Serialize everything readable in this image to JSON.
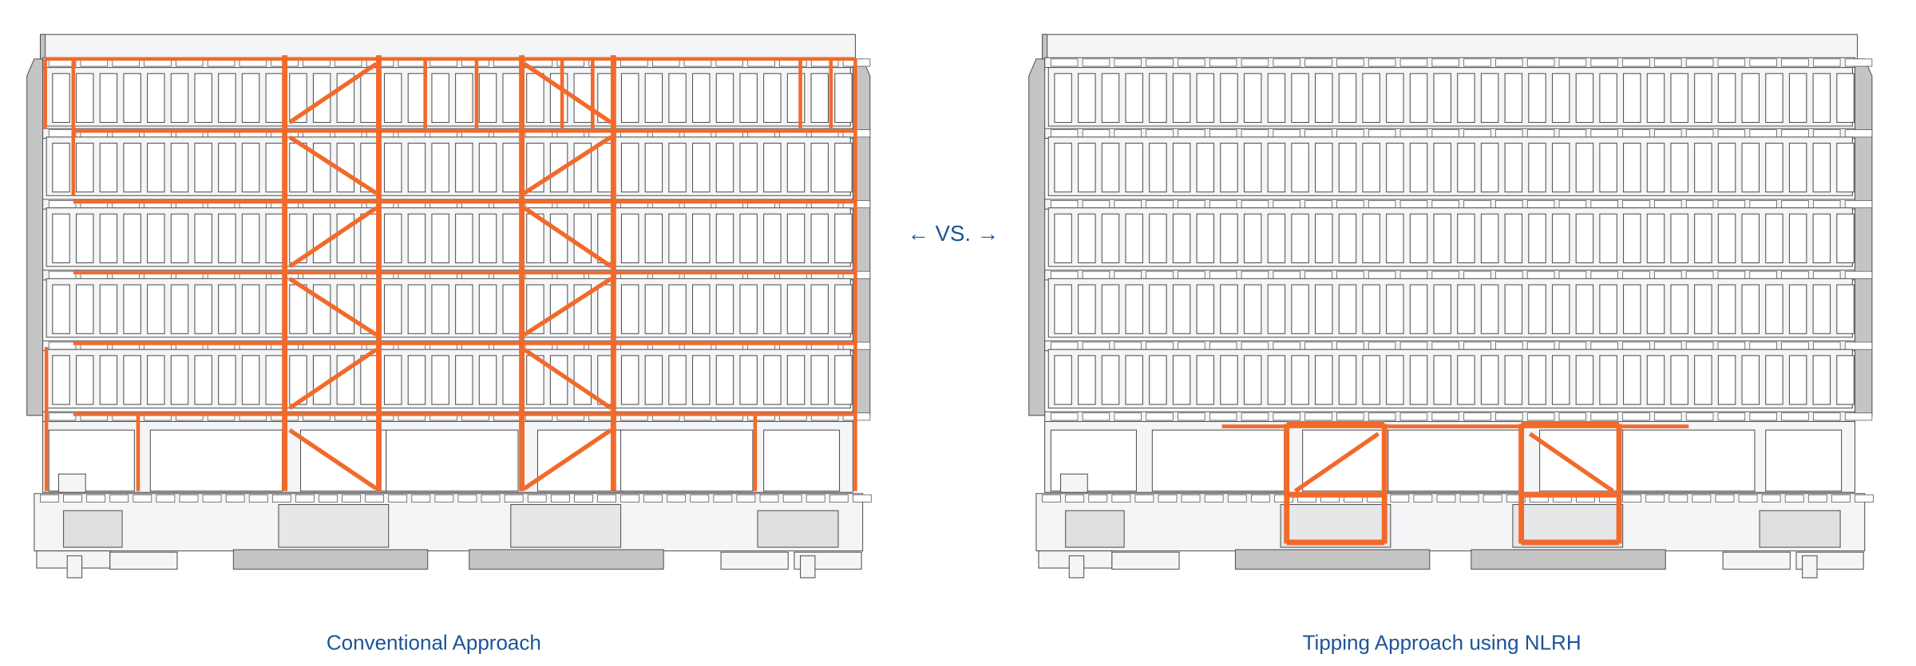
{
  "diagram": {
    "left_caption": "Conventional Approach",
    "right_caption": "Tipping Approach using NLRH",
    "comparison_label": "← VS. →",
    "colors": {
      "reinforcement": "#f26a2b",
      "caption": "#1d5497",
      "structure_fill": "#f4f5f7",
      "wall_gray": "#c4c4c4",
      "outline": "#555555"
    }
  }
}
